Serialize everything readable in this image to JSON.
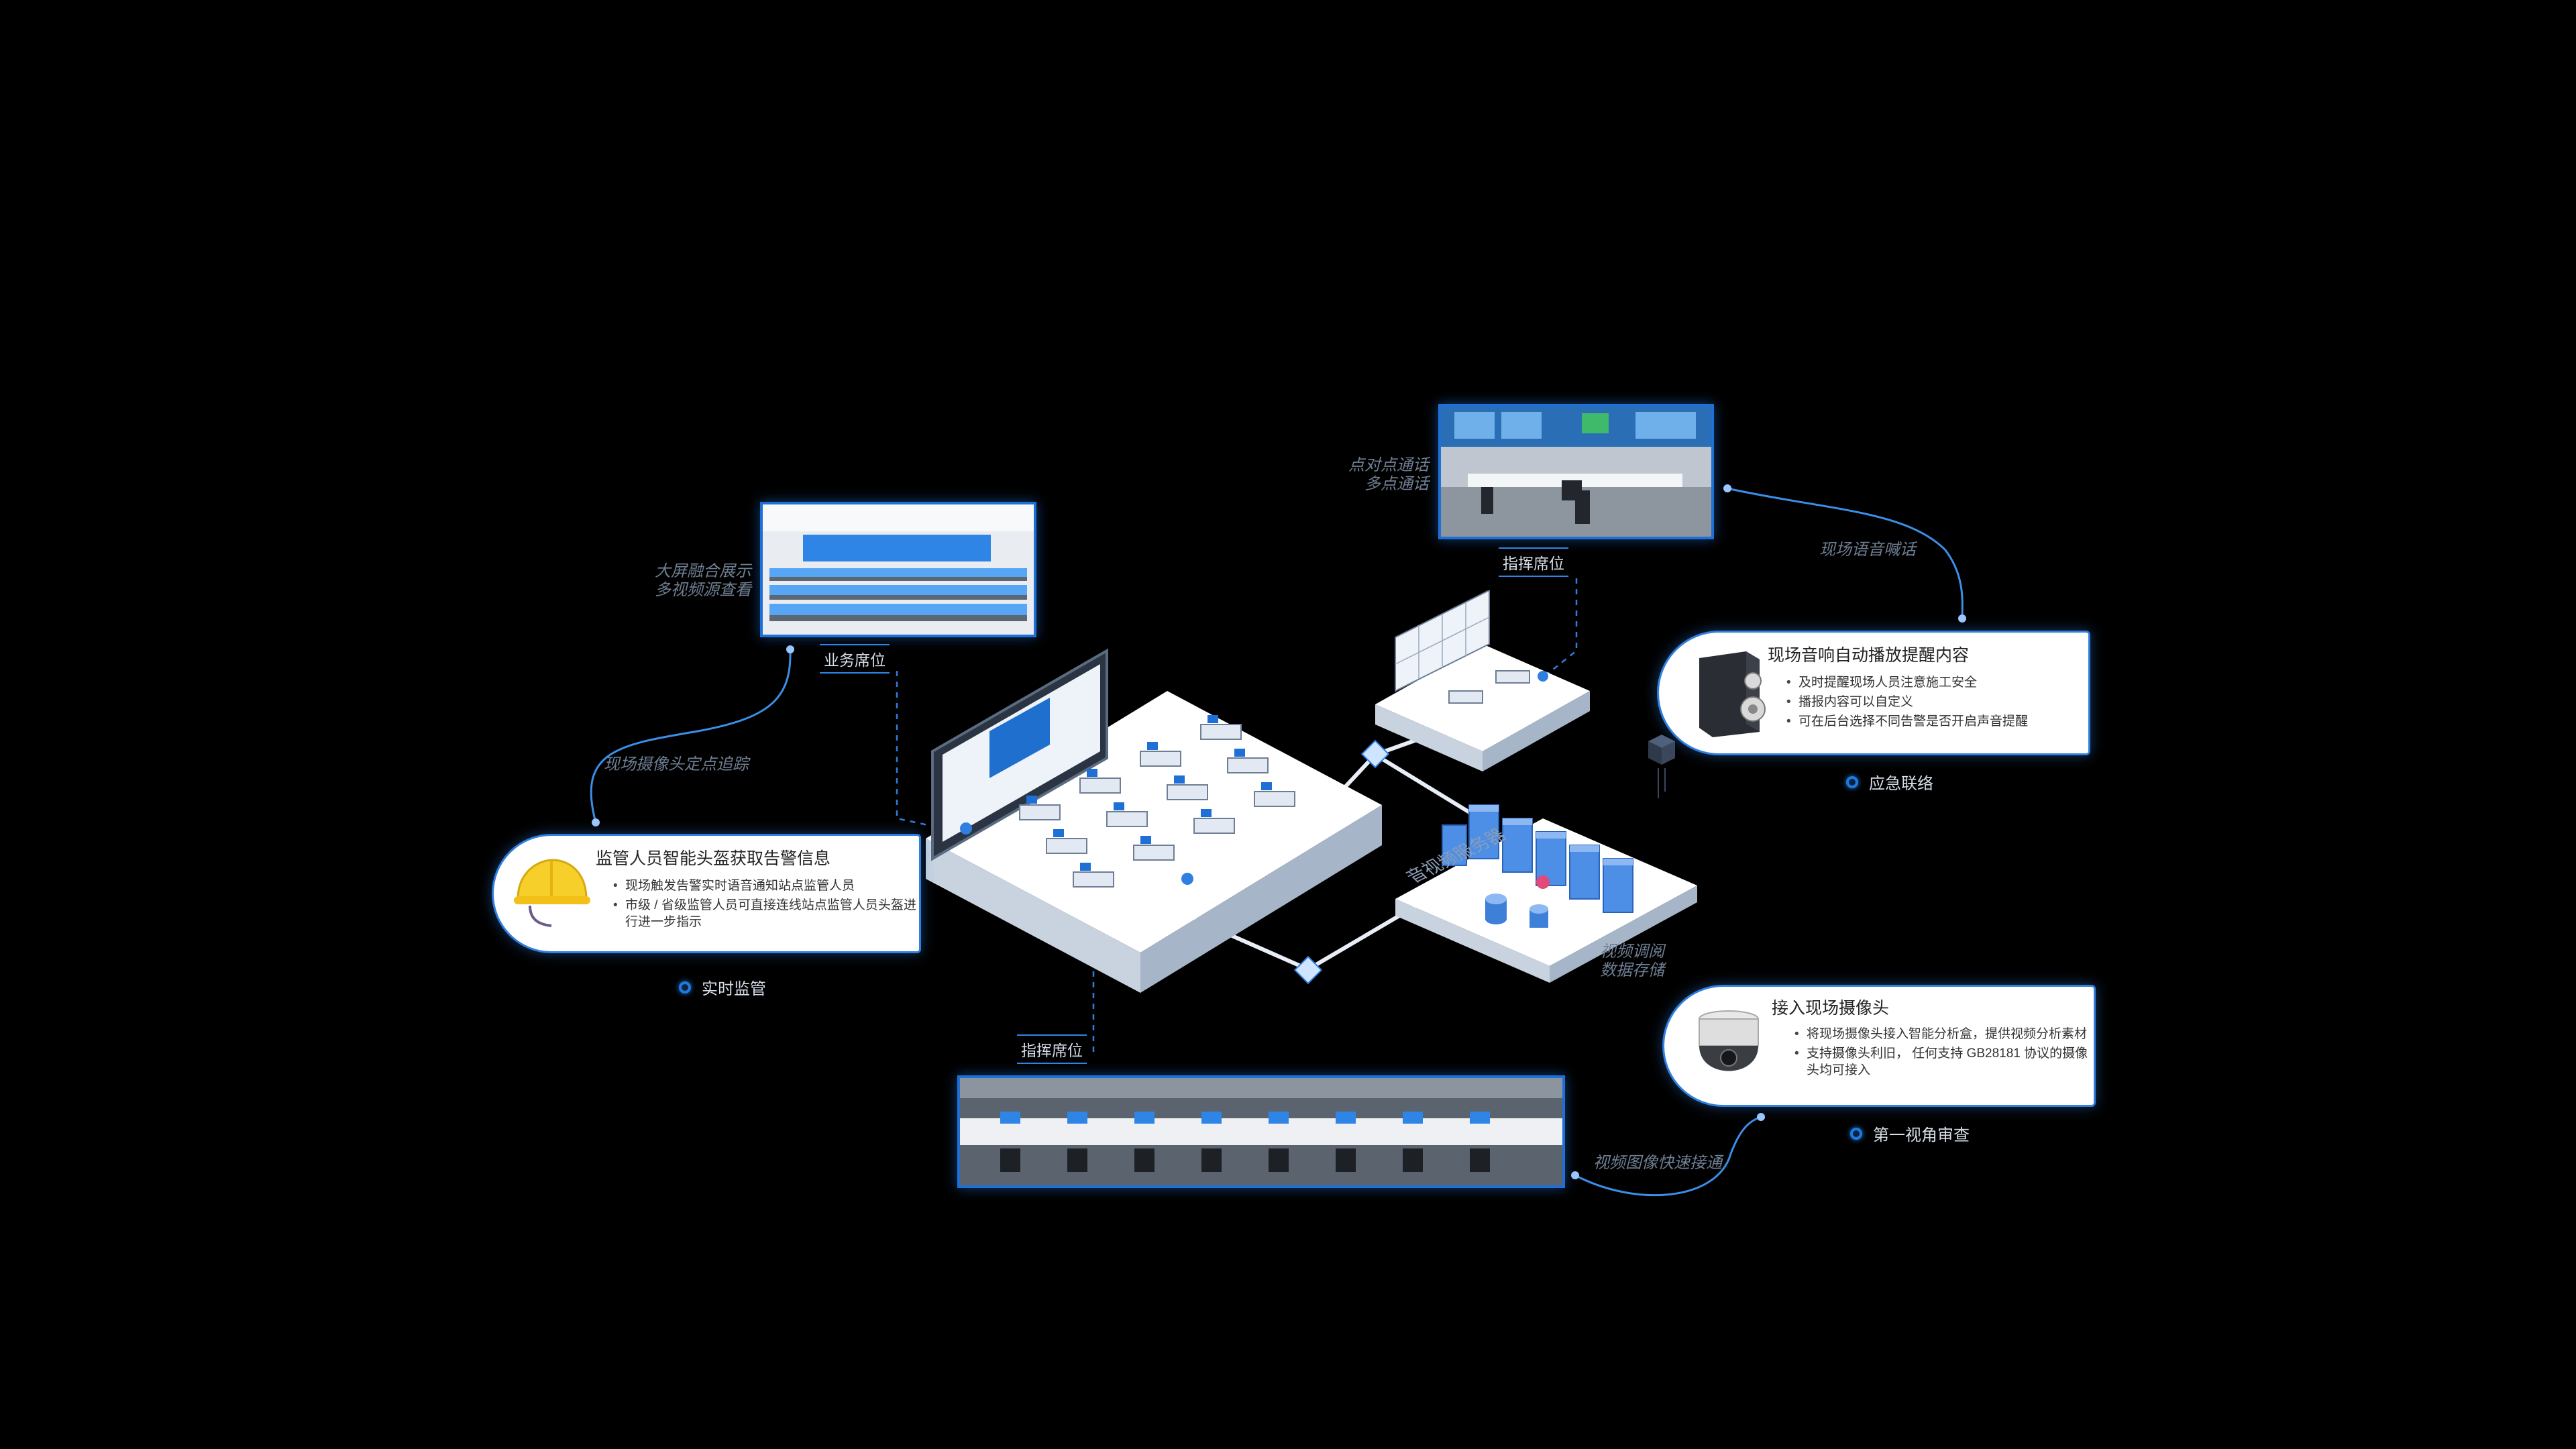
{
  "photos": {
    "business": {
      "caption": [
        "大屏融合展示",
        "多视频源查看"
      ],
      "label": "业务席位"
    },
    "command_top": {
      "caption": [
        "点对点通话",
        "多点通话"
      ],
      "label": "指挥席位"
    },
    "command_bottom": {
      "label": "指挥席位"
    }
  },
  "links": {
    "camera_tracking": "现场摄像头定点追踪",
    "voice_call": "现场语音喊话",
    "video_access": "视频图像快速接通"
  },
  "cards": {
    "helmet": {
      "title": "监管人员智能头盔获取告警信息",
      "items": [
        "现场触发告警实时语音通知站点监管人员",
        "市级 / 省级监管人员可直接连线站点监管人员头盔进行进一步指示"
      ],
      "tag": "实时监管"
    },
    "speaker": {
      "title": "现场音响自动播放提醒内容",
      "items": [
        "及时提醒现场人员注意施工安全",
        "播报内容可以自定义",
        "可在后台选择不同告警是否开启声音提醒"
      ],
      "tag": "应急联络"
    },
    "camera": {
      "title": "接入现场摄像头",
      "items": [
        "将现场摄像头接入智能分析盒，提供视频分析素材",
        "支持摄像头利旧， 任何支持 GB28181 协议的摄像头均可接入"
      ],
      "tag": "第一视角审查"
    }
  },
  "server": {
    "label": "音视频服务器",
    "caption": [
      "视频调阅",
      "数据存储"
    ]
  },
  "colors": {
    "accent": "#1f7ae0",
    "background": "#000000",
    "card": "#ffffff"
  }
}
